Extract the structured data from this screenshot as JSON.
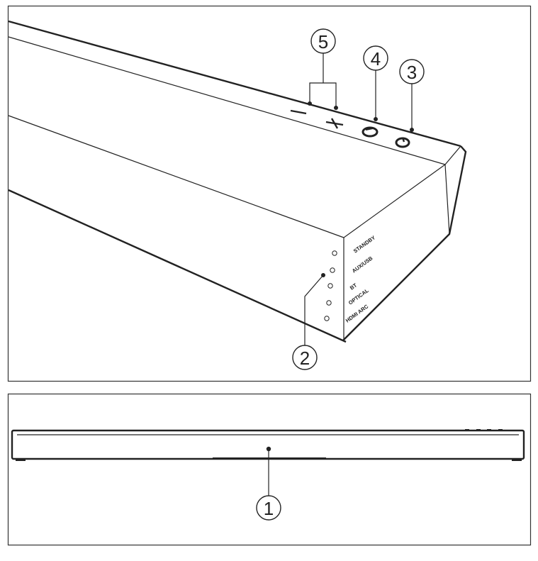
{
  "figure": {
    "top_view": {
      "callouts": [
        "5",
        "4",
        "3",
        "2"
      ],
      "buttons": [
        {
          "name": "volume-down",
          "icon": "minus-icon"
        },
        {
          "name": "volume-up",
          "icon": "plus-icon"
        },
        {
          "name": "source",
          "icon": "source-icon"
        },
        {
          "name": "power",
          "icon": "power-icon"
        }
      ],
      "indicator_labels": [
        "STANDBY",
        "AUX/USB",
        "BT",
        "OPTICAL",
        "HDMI ARC"
      ]
    },
    "front_view": {
      "callouts": [
        "1"
      ]
    }
  }
}
